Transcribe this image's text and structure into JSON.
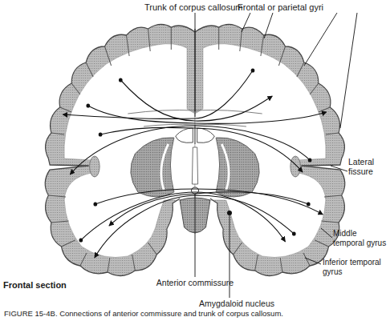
{
  "diagram": {
    "caption": "FIGURE 15-4B. Connections of anterior commissure and trunk of corpus callosum.",
    "labels": [
      "Trunk of corpus callosum",
      "Frontal or parietal gyri",
      "Lateral fissure",
      "Middle temporal gyrus",
      "Inferior temporal gyrus",
      "Frontal section",
      "Anterior commissure",
      "Amygdaloid nucleus"
    ]
  }
}
